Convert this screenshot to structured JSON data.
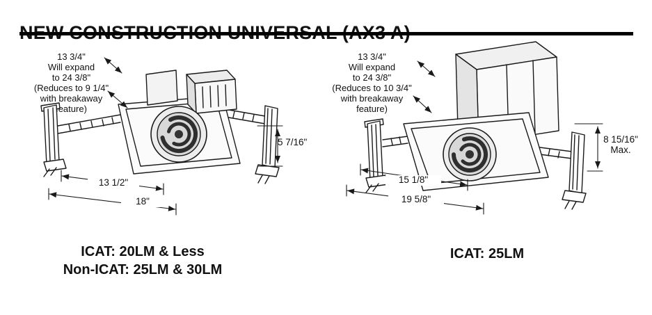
{
  "title": "NEW CONSTRUCTION UNIVERSAL (AX3 A)",
  "colors": {
    "ink": "#1a1a1a",
    "rule": "#000000"
  },
  "left_figure": {
    "note": "13 3/4\"\nWill expand\nto 24 3/8\"\n(Reduces to 9 1/4\"\nwith breakaway\nfeature)",
    "dim_height": "5 7/16\"",
    "dim_inner_width": "13 1/2\"",
    "dim_outer_width": "18\"",
    "caption_line1": "ICAT: 20LM & Less",
    "caption_line2": "Non-ICAT: 25LM & 30LM"
  },
  "right_figure": {
    "note": "13 3/4\"\nWill expand\nto 24 3/8\"\n(Reduces to 10 3/4\"\nwith breakaway\nfeature)",
    "dim_height": "8 15/16\"\nMax.",
    "dim_inner_width": "15 1/8\"",
    "dim_outer_width": "19 5/8\"",
    "caption_line1": "ICAT: 25LM"
  }
}
